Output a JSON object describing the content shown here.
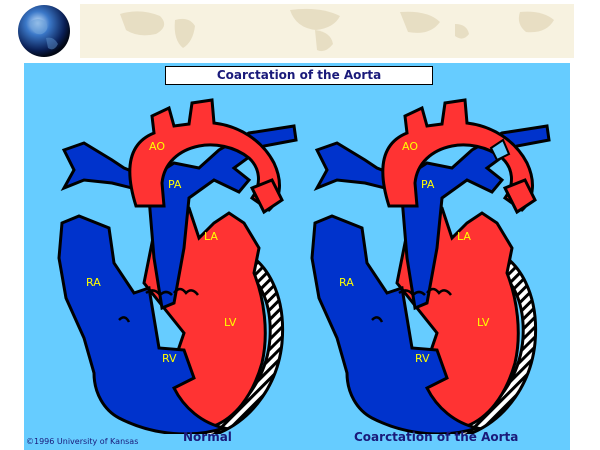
{
  "title": "Coarctation of the Aorta",
  "copyright": "©1996 University of Kansas",
  "captions": {
    "normal": "Normal",
    "coarctation": "Coarctation of the Aorta"
  },
  "labels": {
    "ao": "AO",
    "pa": "PA",
    "la": "LA",
    "ra": "RA",
    "lv": "LV",
    "rv": "RV"
  },
  "colors": {
    "panel": "#66ccff",
    "red": "#ff3333",
    "blue": "#0033cc",
    "label": "#ffff00",
    "banner": "#f7f2e0",
    "text": "#1a1a7a"
  },
  "icons": [
    "globe-icon",
    "world-map-watermark"
  ]
}
